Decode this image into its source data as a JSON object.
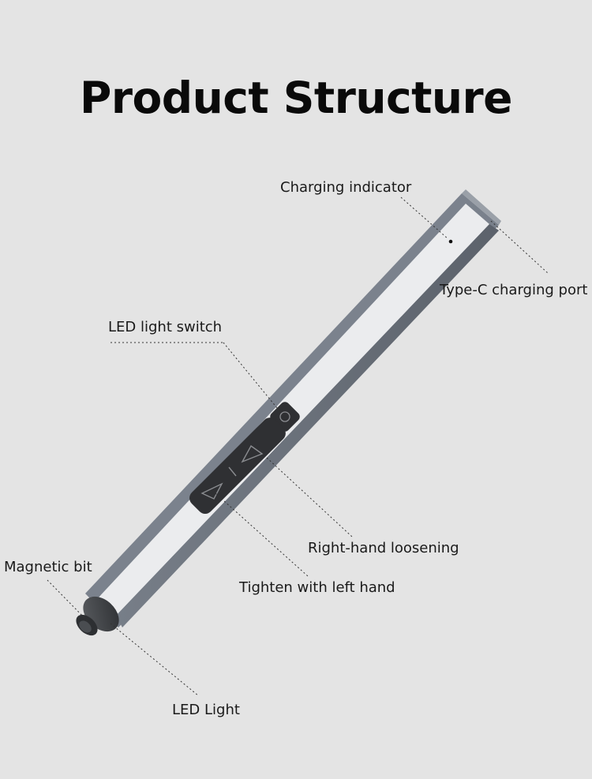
{
  "title": "Product Structure",
  "labels": {
    "charging_indicator": "Charging indicator",
    "type_c_port": "Type-C charging port",
    "led_switch": "LED light switch",
    "right_loosening": "Right-hand loosening",
    "tighten_left": "Tighten with left hand",
    "magnetic_bit": "Magnetic bit",
    "led_light": "LED Light"
  },
  "colors": {
    "background": "#e4e4e4",
    "body_dark": "#6f7681",
    "body_light": "#e9eaec",
    "button": "#2f3033"
  }
}
